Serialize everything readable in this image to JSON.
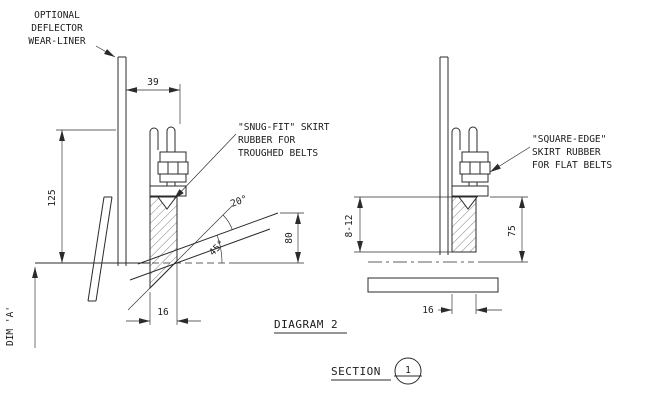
{
  "titles": {
    "diagram_label": "DIAGRAM 2",
    "section_label": "SECTION",
    "section_number": "1"
  },
  "left_view": {
    "callout_wear_liner": [
      "OPTIONAL",
      "DEFLECTOR",
      "WEAR-LINER"
    ],
    "callout_snug_fit": [
      "\"SNUG-FIT\" SKIRT",
      "RUBBER FOR",
      "TROUGHED BELTS"
    ],
    "dims": {
      "top_width": "39",
      "liner_height": "125",
      "belt_rise": "80",
      "rubber_width": "16",
      "belt_angle": "20°",
      "cut_angle": "45°",
      "dim_a": "DIM 'A'"
    }
  },
  "right_view": {
    "callout_square_edge": [
      "\"SQUARE-EDGE\"",
      "SKIRT RUBBER",
      "FOR FLAT BELTS"
    ],
    "dims": {
      "gap": "8-12",
      "skirt_height": "75",
      "rubber_width": "16"
    }
  }
}
